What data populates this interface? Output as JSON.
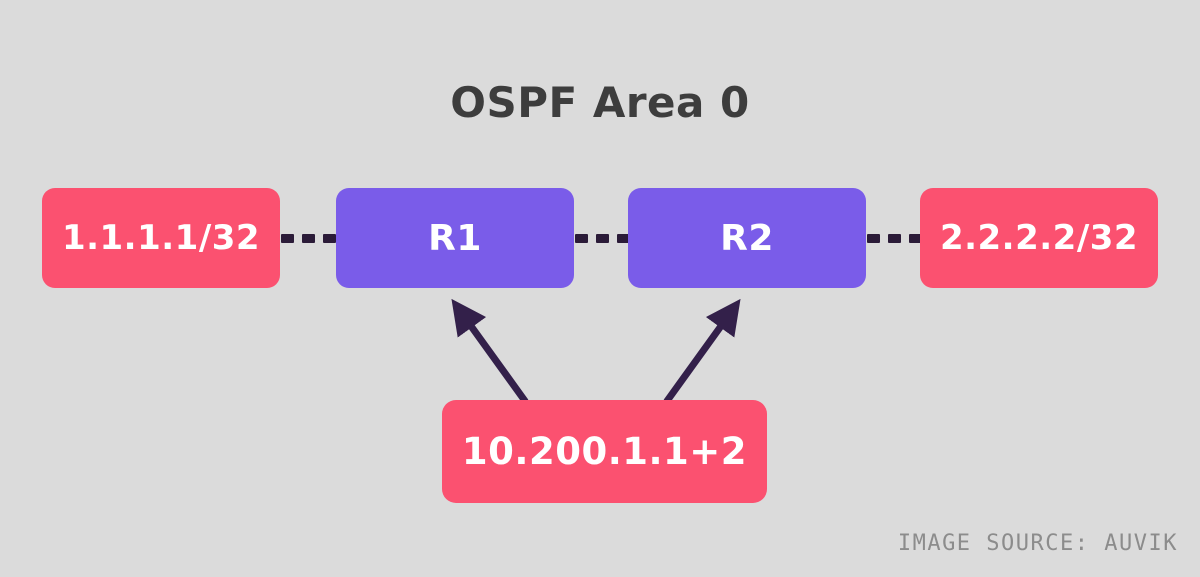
{
  "title": "OSPF Area 0",
  "nodes": [
    {
      "id": "network-1",
      "label": "1.1.1.1/32",
      "type": "network"
    },
    {
      "id": "router-1",
      "label": "R1",
      "type": "router"
    },
    {
      "id": "router-2",
      "label": "R2",
      "type": "router"
    },
    {
      "id": "network-2",
      "label": "2.2.2.2/32",
      "type": "network"
    }
  ],
  "links": [
    {
      "from": "network-1",
      "to": "router-1",
      "style": "dashed"
    },
    {
      "from": "router-1",
      "to": "router-2",
      "style": "dashed"
    },
    {
      "from": "router-2",
      "to": "network-2",
      "style": "dashed"
    }
  ],
  "annotation": {
    "label": "10.200.1.1+2",
    "points_to": [
      "router-1",
      "router-2"
    ]
  },
  "caption": "IMAGE SOURCE: AUVIK",
  "colors": {
    "background": "#dbdbdb",
    "network_box": "#fb5170",
    "router_box": "#7a5ce9",
    "link_dash": "#2b1b38",
    "arrow": "#33204a",
    "title_text": "#3d3d3d",
    "box_text": "#ffffff",
    "caption_text": "#8c8c8c"
  }
}
